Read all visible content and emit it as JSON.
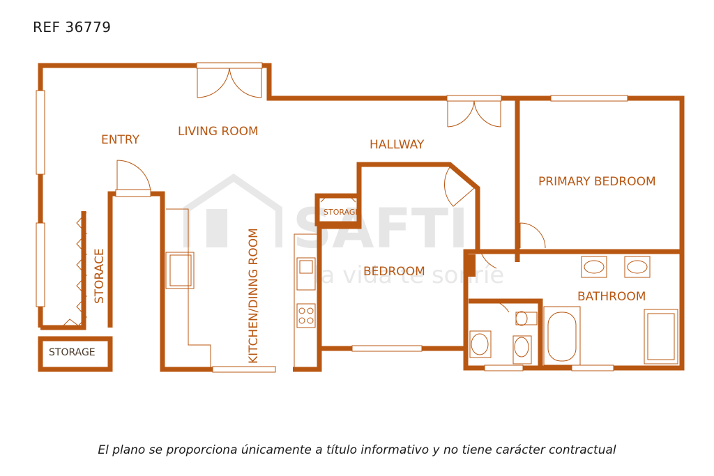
{
  "reference": "REF 36779",
  "disclaimer": "El plano se proporciona únicamente a título informativo y no tiene carácter contractual",
  "watermark": {
    "brand": "SAFTI",
    "tagline": "la vida te sonríe"
  },
  "rooms": {
    "entry": "ENTRY",
    "living_room": "LIVING ROOM",
    "hallway": "HALLWAY",
    "primary_bedroom": "PRIMARY BEDROOM",
    "storage_small": "STORAGE",
    "kitchen_dining": "KITCHEN/DINNG ROOM",
    "storace": "STORACE",
    "bedroom": "BEDROOM",
    "bathroom": "BATHROOM",
    "storage_bottom": "STORAGE"
  },
  "colors": {
    "wall": "#b85712",
    "text": "#1a1a1a",
    "watermark": "#e6e6e6"
  }
}
